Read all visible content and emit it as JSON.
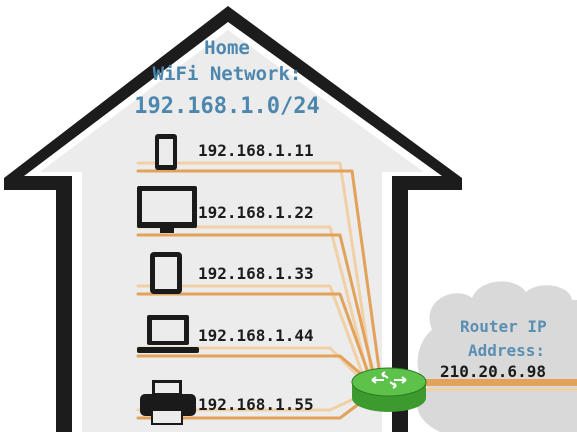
{
  "network": {
    "title_line1": "Home",
    "title_line2": "WiFi Network:",
    "subnet": "192.168.1.0/24"
  },
  "devices": [
    {
      "icon": "smartphone-icon",
      "ip": "192.168.1.11"
    },
    {
      "icon": "desktop-monitor-icon",
      "ip": "192.168.1.22"
    },
    {
      "icon": "tablet-icon",
      "ip": "192.168.1.33"
    },
    {
      "icon": "laptop-icon",
      "ip": "192.168.1.44"
    },
    {
      "icon": "printer-icon",
      "ip": "192.168.1.55"
    }
  ],
  "router": {
    "label_line1": "Router IP",
    "label_line2": "Address:",
    "public_ip": "210.20.6.98"
  },
  "colors": {
    "house_outline": "#1a1a1a",
    "house_fill": "#ededed",
    "title_text": "#4d87ad",
    "wire_light": "#f2d0a6",
    "wire_dark": "#e2a25a",
    "router_green": "#5cc24a",
    "cloud_fill": "#d9d9d9",
    "router_label": "#5a8fb3"
  }
}
